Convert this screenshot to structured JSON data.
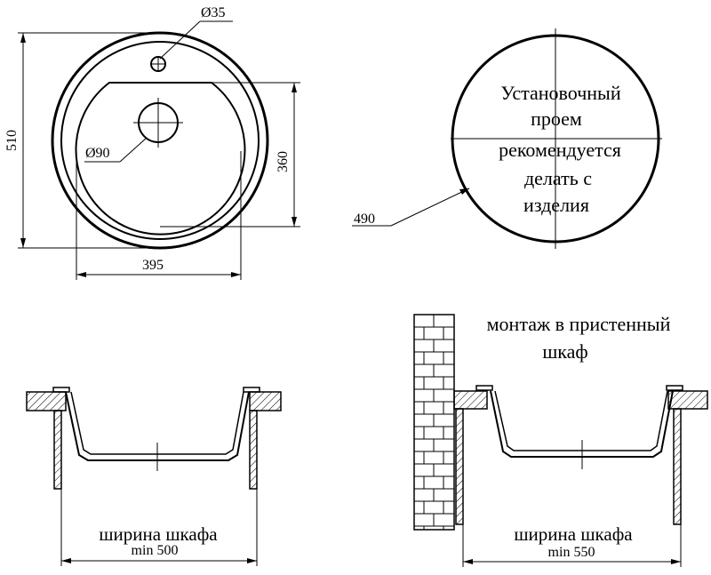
{
  "top_view": {
    "dimensions": {
      "hole_small": "Ø35",
      "hole_drain": "Ø90",
      "outer_diameter": "510",
      "bowl_depth": "360",
      "bowl_width": "395"
    }
  },
  "cutout": {
    "diameter": "490",
    "note_lines": [
      "Установочный",
      "проем",
      "рекомендуется",
      "делать с",
      "изделия"
    ]
  },
  "section_left": {
    "width_label": "ширина шкафа",
    "min_label": "min 500"
  },
  "section_right": {
    "mount_lines": [
      "монтаж в пристенный",
      "шкаф"
    ],
    "width_label": "ширина шкафа",
    "min_label": "min 550"
  },
  "colors": {
    "line": "#000000",
    "background": "#ffffff"
  }
}
